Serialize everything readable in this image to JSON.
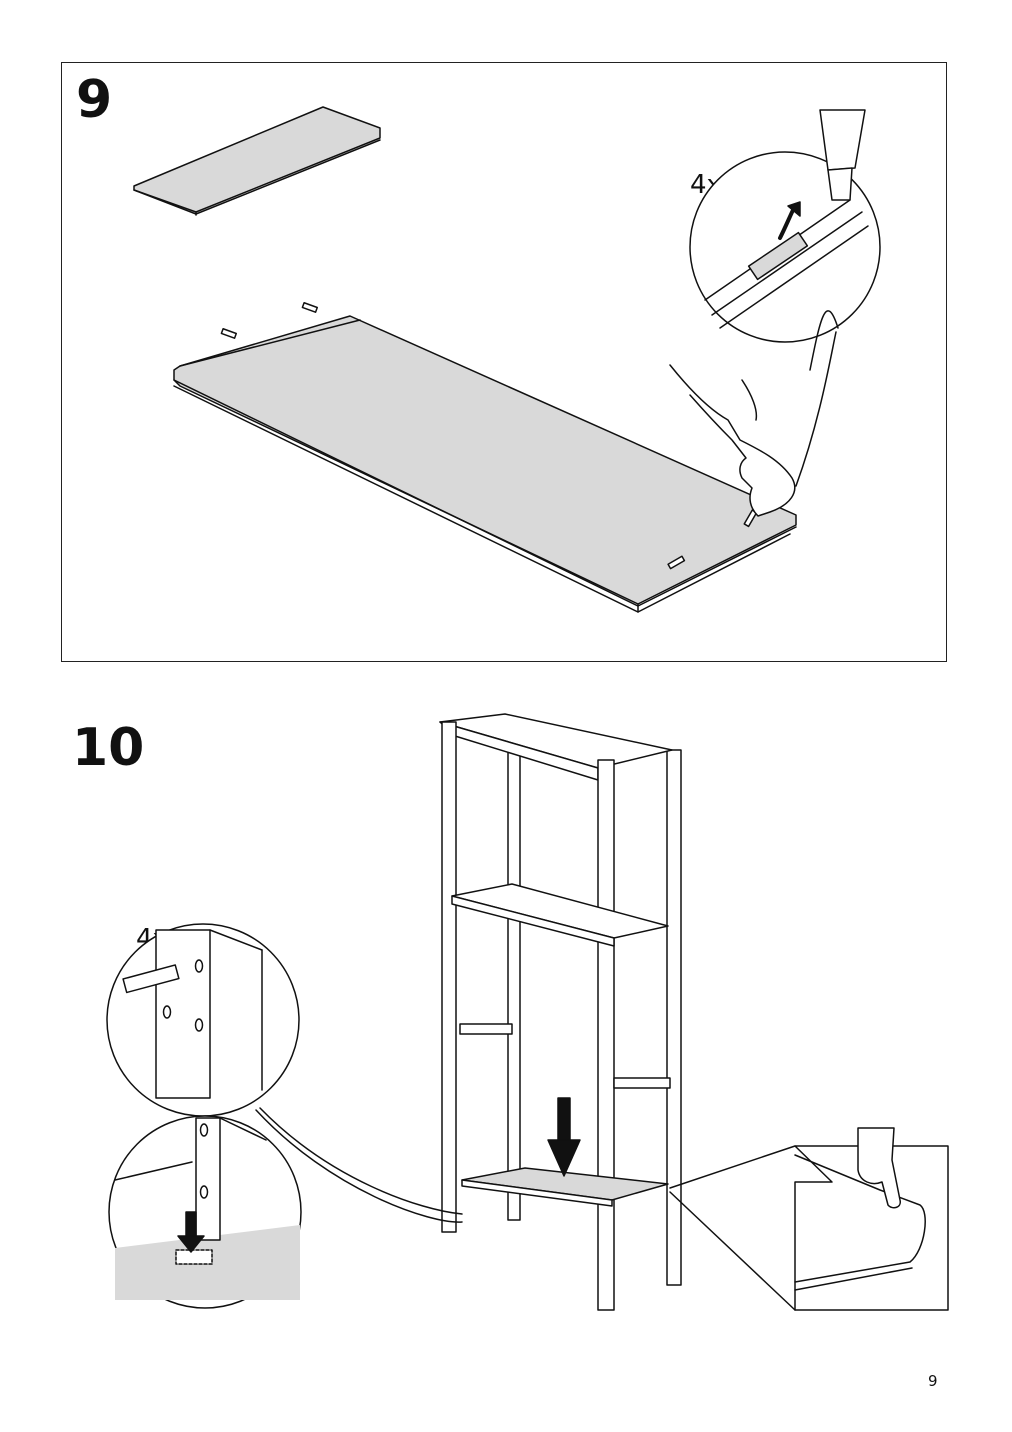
{
  "steps": [
    {
      "number": "9",
      "quantity": "4x"
    },
    {
      "number": "10",
      "quantity": "4x"
    }
  ],
  "page": {
    "number": "9"
  },
  "colors": {
    "line": "#111111",
    "panel_fill": "#d9d9d9",
    "background": "#ffffff"
  },
  "icons": [
    "dowel-icon",
    "hand-icon",
    "arrow-up-icon",
    "arrow-down-icon",
    "pointing-hand-icon"
  ]
}
